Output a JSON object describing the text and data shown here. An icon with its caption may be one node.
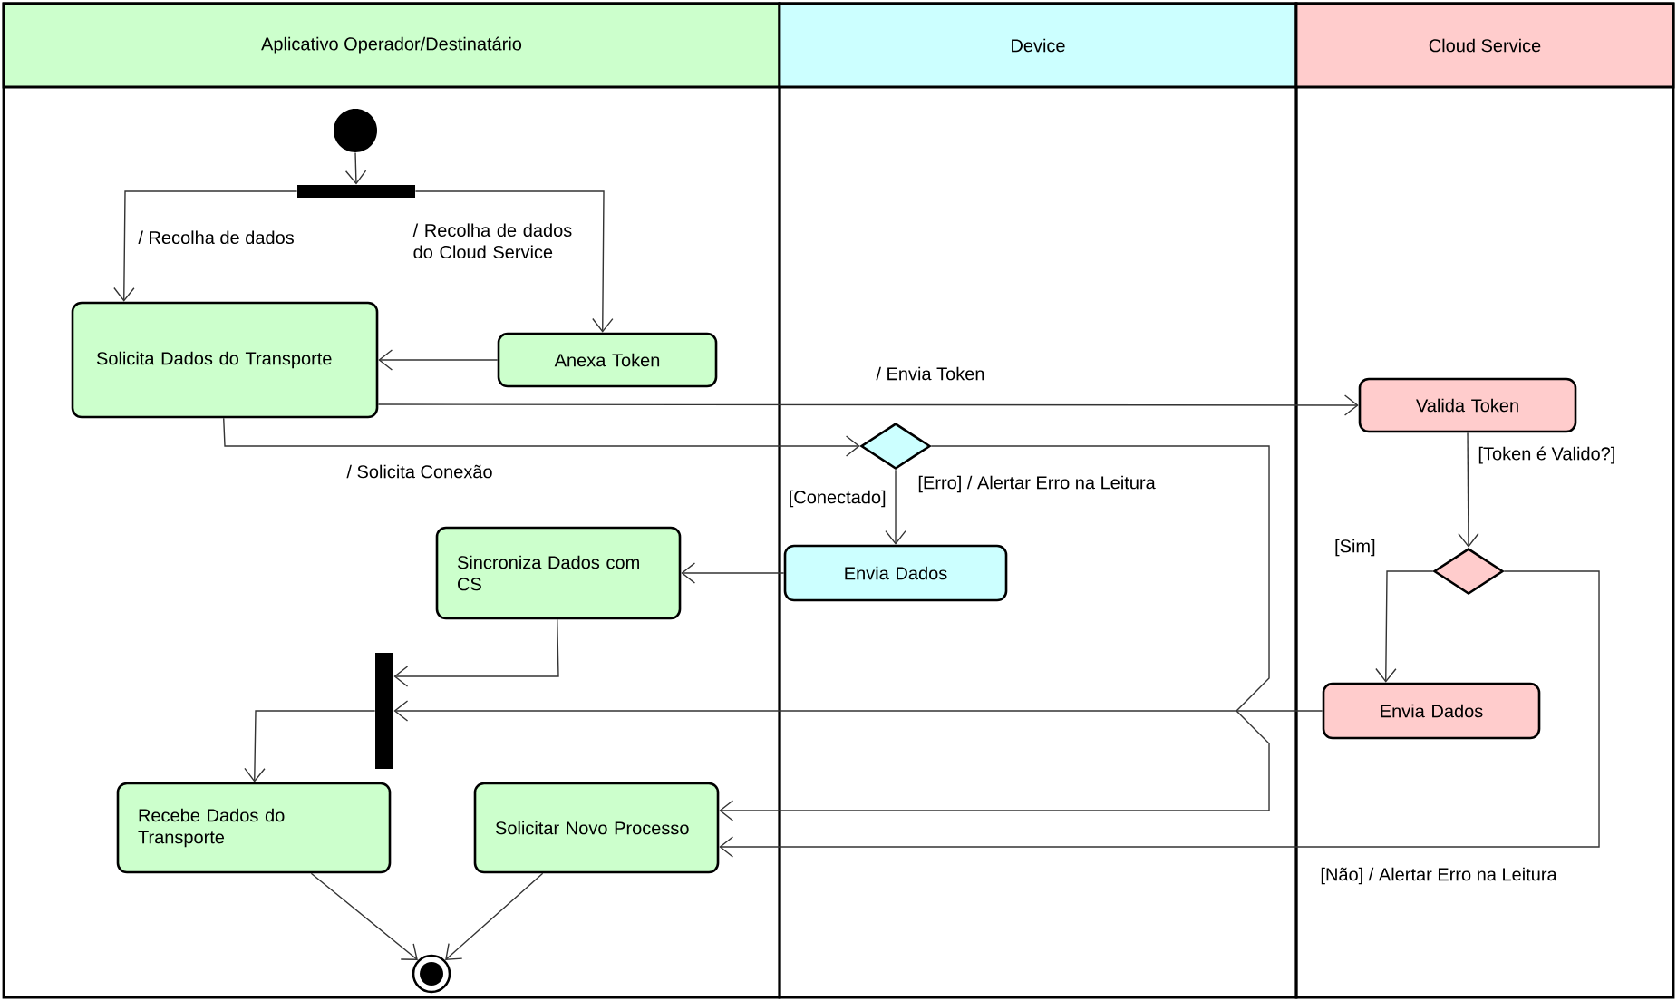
{
  "diagram": {
    "nodes": [
      {
        "text": [
          "Aplicativo Operador/Destinatário"
        ]
      },
      {
        "text": [
          "Device"
        ]
      },
      {
        "text": [
          "Cloud Service"
        ]
      },
      {
        "text": [],
        "shape": "circle",
        "in": 0
      },
      {
        "text": [],
        "shape": "bar",
        "in": 0
      },
      {
        "text": [
          "Solicita Dados do Transporte"
        ],
        "in": 0
      },
      {
        "text": [
          "Anexa Token"
        ],
        "in": 0
      },
      {
        "text": [],
        "shape": "diamond",
        "in": 1
      },
      {
        "text": [
          "Envia Dados"
        ],
        "in": 1
      },
      {
        "text": [
          "Sincroniza Dados com CS"
        ],
        "in": 0
      },
      {
        "text": [],
        "shape": "bar",
        "in": 0
      },
      {
        "text": [
          "Recebe Dados do Transporte"
        ],
        "in": 0
      },
      {
        "text": [
          "Solicitar Novo Processo"
        ],
        "in": 0
      },
      {
        "text": [],
        "shape": "circle",
        "in": 0
      },
      {
        "text": [
          "Valida Token"
        ],
        "in": 2
      },
      {
        "text": [],
        "shape": "diamond",
        "in": 2
      },
      {
        "text": [
          "Envia Dados"
        ],
        "in": 2
      }
    ],
    "edges": [
      {
        "from": 3,
        "to": 4,
        "arrow": "to"
      },
      {
        "from": 4,
        "to": 5,
        "arrow": "to",
        "label": "/ Recolha de dados"
      },
      {
        "from": 4,
        "to": 6,
        "arrow": "to",
        "label": "/ Recolha de dados do Cloud Service"
      },
      {
        "from": 6,
        "to": 5,
        "arrow": "to"
      },
      {
        "from": 5,
        "to": 14,
        "arrow": "to",
        "label": "/ Envia Token"
      },
      {
        "from": 5,
        "to": 7,
        "arrow": "to",
        "label": "/ Solicita Conexão"
      },
      {
        "from": 7,
        "to": 8,
        "arrow": "to",
        "label": "[Conectado]"
      },
      {
        "from": 7,
        "to": 12,
        "arrow": "to",
        "label": "[Erro] / Alertar Erro na Leitura"
      },
      {
        "from": 8,
        "to": 9,
        "arrow": "to"
      },
      {
        "from": 9,
        "to": 10,
        "arrow": "to"
      },
      {
        "from": 16,
        "to": 10,
        "arrow": "to"
      },
      {
        "from": 10,
        "to": 11,
        "arrow": "to"
      },
      {
        "from": 11,
        "to": 13,
        "arrow": "to"
      },
      {
        "from": 12,
        "to": 13,
        "arrow": "to"
      },
      {
        "from": 14,
        "to": 15,
        "arrow": "to",
        "label": "[Token é Valido?]"
      },
      {
        "from": 15,
        "to": 16,
        "arrow": "to",
        "label": "[Sim]"
      },
      {
        "from": 15,
        "to": 12,
        "arrow": "to",
        "label": "[Não] / Alertar Erro na Leitura"
      }
    ]
  }
}
